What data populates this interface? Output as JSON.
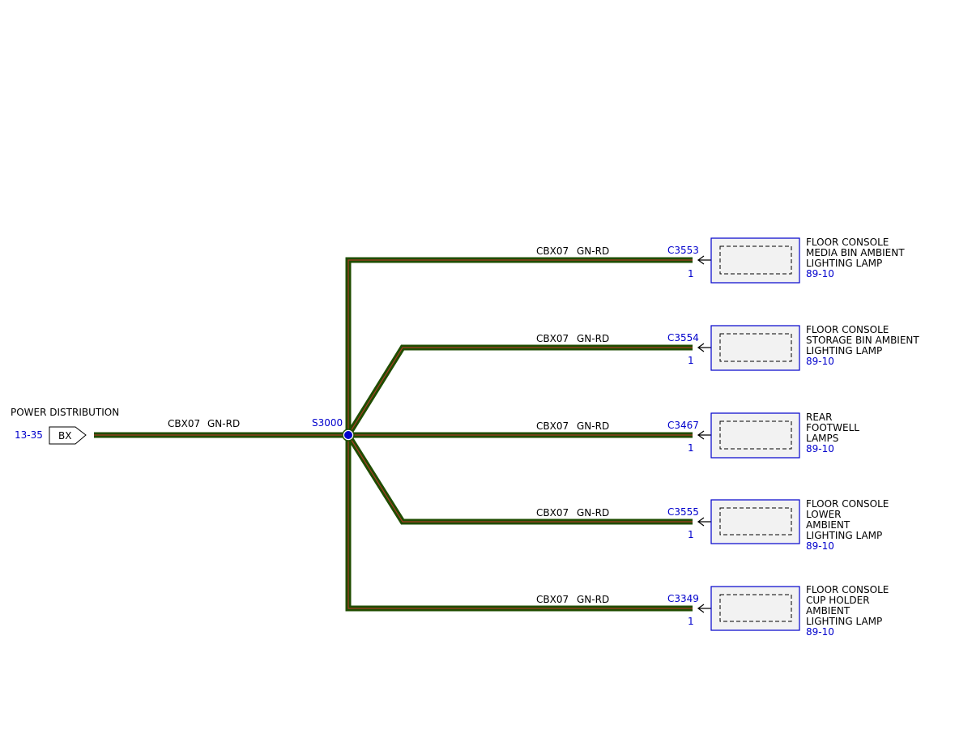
{
  "source": {
    "title": "POWER DISTRIBUTION",
    "page_ref": "13-35",
    "connector": "BX",
    "wire_code": "CBX07",
    "wire_color": "GN-RD"
  },
  "splice": {
    "label": "S3000",
    "color": "#0000cc"
  },
  "colors": {
    "wire": "#1f4d00",
    "wire_stripe": "#c0392b",
    "blue_text": "#0000cc"
  },
  "branches": [
    {
      "wire_code": "CBX07",
      "wire_color": "GN-RD",
      "connector": "C3553",
      "pin": "1",
      "name_lines": [
        "FLOOR CONSOLE",
        "MEDIA BIN AMBIENT",
        "LIGHTING LAMP"
      ],
      "page_ref": "89-10"
    },
    {
      "wire_code": "CBX07",
      "wire_color": "GN-RD",
      "connector": "C3554",
      "pin": "1",
      "name_lines": [
        "FLOOR CONSOLE",
        "STORAGE BIN AMBIENT",
        "LIGHTING LAMP"
      ],
      "page_ref": "89-10"
    },
    {
      "wire_code": "CBX07",
      "wire_color": "GN-RD",
      "connector": "C3467",
      "pin": "1",
      "name_lines": [
        "REAR",
        "FOOTWELL",
        "LAMPS"
      ],
      "page_ref": "89-10"
    },
    {
      "wire_code": "CBX07",
      "wire_color": "GN-RD",
      "connector": "C3555",
      "pin": "1",
      "name_lines": [
        "FLOOR CONSOLE",
        "LOWER",
        "AMBIENT",
        "LIGHTING LAMP"
      ],
      "page_ref": "89-10"
    },
    {
      "wire_code": "CBX07",
      "wire_color": "GN-RD",
      "connector": "C3349",
      "pin": "1",
      "name_lines": [
        "FLOOR CONSOLE",
        "CUP HOLDER",
        "AMBIENT",
        "LIGHTING LAMP"
      ],
      "page_ref": "89-10"
    }
  ]
}
